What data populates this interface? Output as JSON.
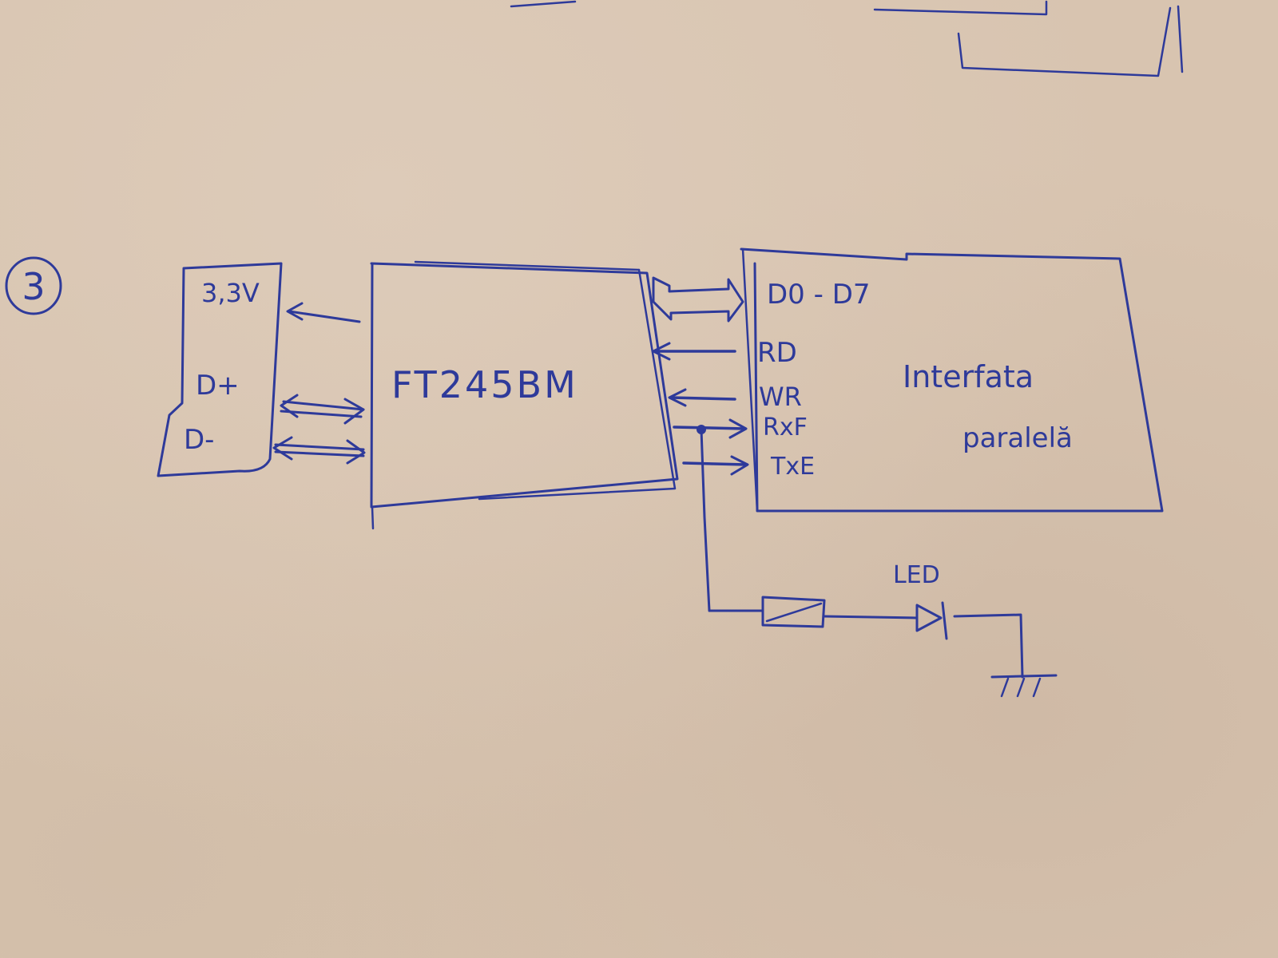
{
  "diagram": {
    "step_marker": "3",
    "usb_connector": {
      "pins": [
        "3,3V",
        "D+",
        "D-"
      ]
    },
    "chip": {
      "label": "FT245BM"
    },
    "parallel_interface": {
      "title_line1": "Interfata",
      "title_line2": "paralelă",
      "signals": [
        "D0 - D7",
        "RD",
        "WR",
        "RxF",
        "TxE"
      ]
    },
    "led": {
      "label": "LED"
    },
    "ink_color": "#2e3a9a",
    "paper_color": "#d8c4b0"
  }
}
